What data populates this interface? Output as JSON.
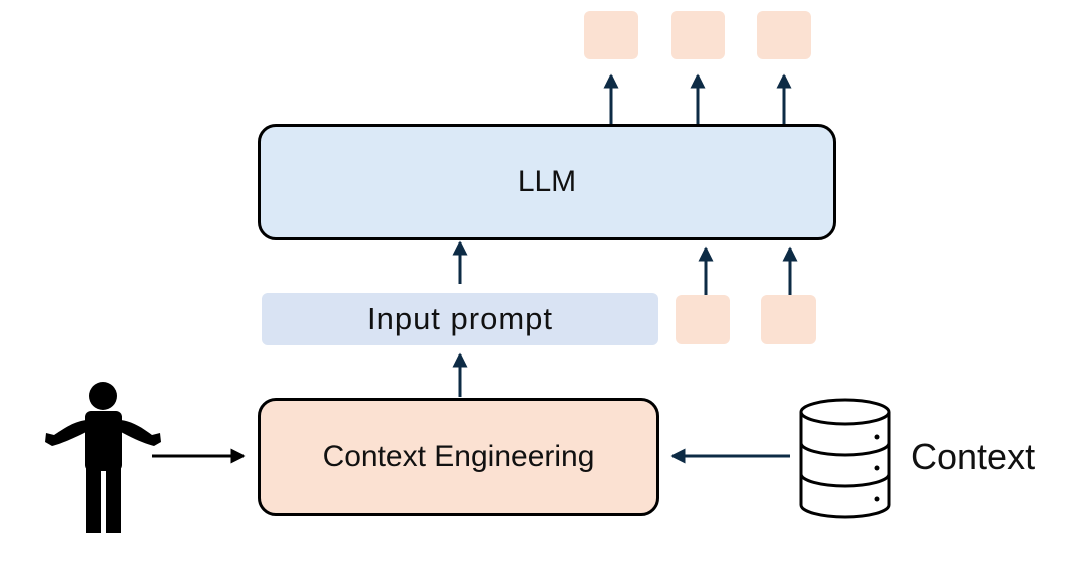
{
  "llm": {
    "label": "LLM"
  },
  "input_prompt": {
    "label": "Input prompt"
  },
  "context_engineering": {
    "label": "Context Engineering"
  },
  "context": {
    "label": "Context"
  },
  "colors": {
    "llm_fill": "#dbe9f7",
    "prompt_fill": "#d9e3f3",
    "engineering_fill": "#fbe1d2",
    "token_fill": "#fbe1d2",
    "arrow": "#0d2b45",
    "outline": "#000000"
  },
  "icons": [
    "person-icon",
    "database-icon"
  ]
}
